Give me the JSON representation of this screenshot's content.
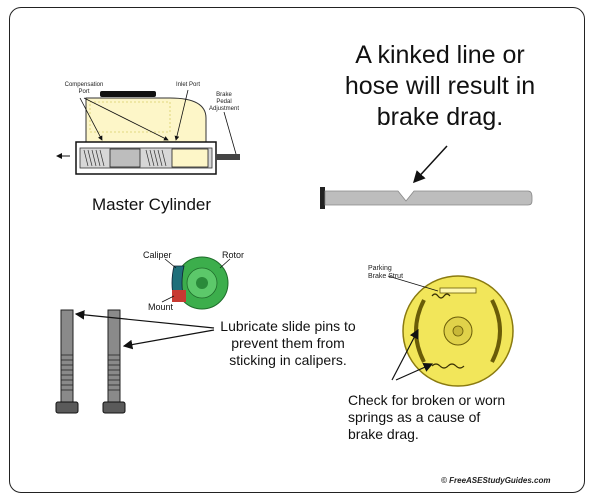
{
  "kinked_text": "A kinked line or\nhose will result in\nbrake drag.",
  "master_cylinder": {
    "caption": "Master Cylinder",
    "compensation_port_label": "Compensation\nPort",
    "inlet_port_label": "Inlet Port",
    "brake_pedal_label": "Brake\nPedal\nAdjustment"
  },
  "caliper": {
    "caliper_label": "Caliper",
    "rotor_label": "Rotor",
    "mount_label": "Mount"
  },
  "lube_text": "Lubricate slide pins to\nprevent them from\nsticking in calipers.",
  "drum": {
    "parking_strut_label": "Parking\nBrake Strut",
    "springs_text": "Check for broken or worn\nsprings as a cause of\nbrake drag."
  },
  "copyright": "© FreeASEStudyGuides.com",
  "colors": {
    "reservoir_fill": "#fdf6c8",
    "cylinder_fill": "#d7d7d7",
    "line_gray": "#b9b9b9",
    "rotor_green": "#3cae4c",
    "caliper_teal": "#1f6f7a",
    "mount_red": "#c83a32",
    "drum_yellow": "#f2e65a"
  }
}
